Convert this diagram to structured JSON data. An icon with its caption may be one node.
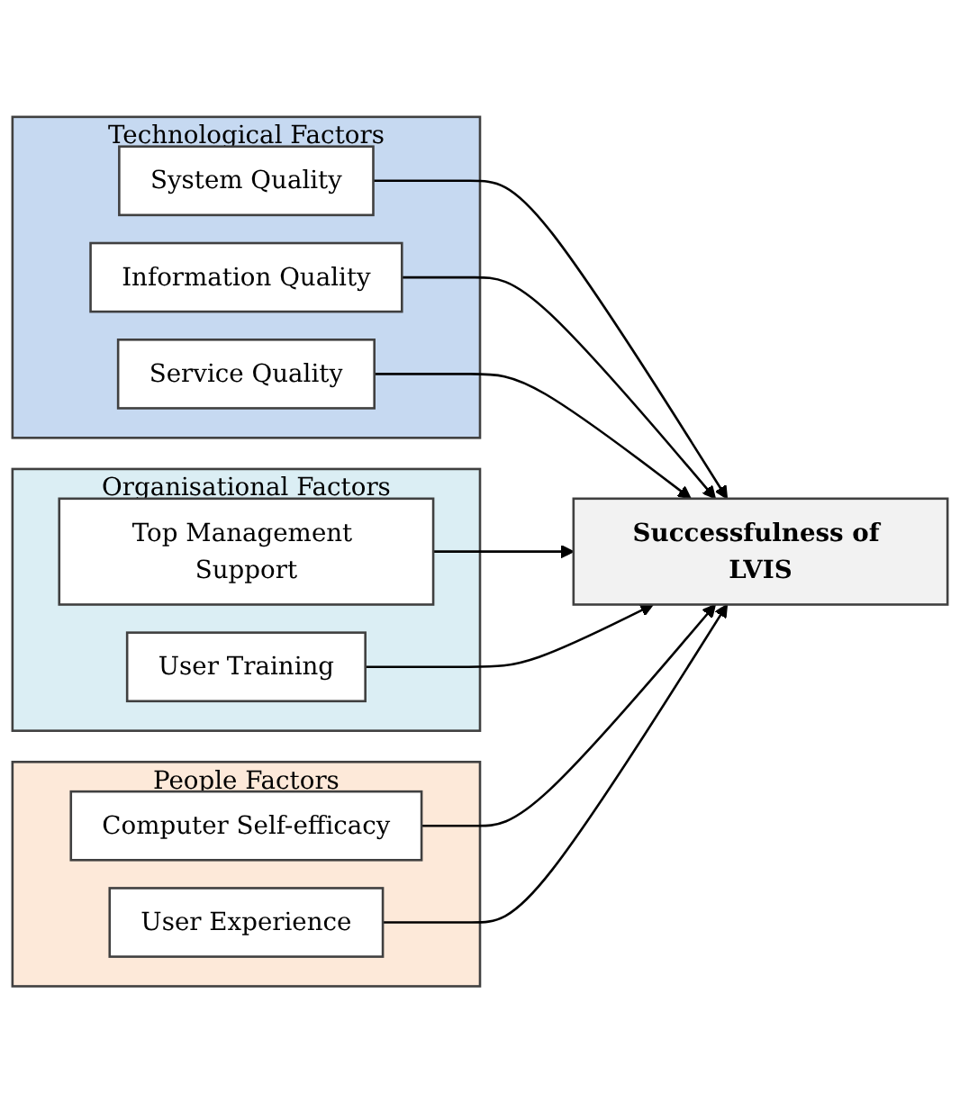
{
  "diagram": {
    "nodes": [
      {
        "text": [
          "Technological Factors"
        ]
      },
      {
        "text": [
          "System Quality"
        ],
        "in": 0
      },
      {
        "text": [
          "Information Quality"
        ],
        "in": 0
      },
      {
        "text": [
          "Service Quality"
        ],
        "in": 0
      },
      {
        "text": [
          "Organisational Factors"
        ]
      },
      {
        "text": [
          "Top Management Support"
        ],
        "in": 4
      },
      {
        "text": [
          "User Training"
        ],
        "in": 4
      },
      {
        "text": [
          "People Factors"
        ]
      },
      {
        "text": [
          "Computer Self-efficacy"
        ],
        "in": 7
      },
      {
        "text": [
          "User Experience"
        ],
        "in": 7
      },
      {
        "text": [
          "Successfulness of LVIS"
        ]
      }
    ],
    "edges": [
      {
        "from": 1,
        "to": 10,
        "arrow": "to"
      },
      {
        "from": 2,
        "to": 10,
        "arrow": "to"
      },
      {
        "from": 3,
        "to": 10,
        "arrow": "to"
      },
      {
        "from": 5,
        "to": 10,
        "arrow": "to"
      },
      {
        "from": 6,
        "to": 10,
        "arrow": "to"
      },
      {
        "from": 8,
        "to": 10,
        "arrow": "to"
      },
      {
        "from": 9,
        "to": 10,
        "arrow": "to"
      }
    ]
  }
}
